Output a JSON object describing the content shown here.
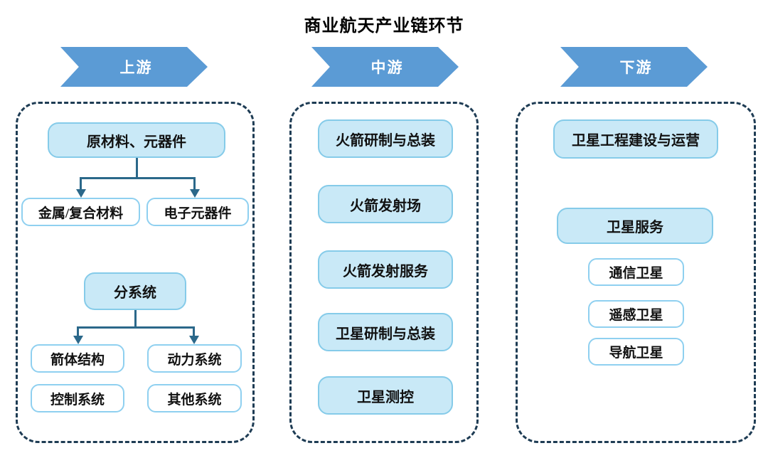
{
  "title": "商业航天产业链环节",
  "colors": {
    "header_arrow": "#5B9BD5",
    "node_fill": "#C9E9F7",
    "node_fill_border": "#85CBE9",
    "node_outline_border": "#8FD0F0",
    "panel_dashed_border": "#1E3C54",
    "connector": "#2B688A",
    "text": "#111111",
    "header_text": "#FFFFFF"
  },
  "columns": {
    "upstream": {
      "header": "上游",
      "group1": {
        "parent": "原材料、元器件",
        "children": [
          "金属/复合材料",
          "电子元器件"
        ]
      },
      "group2": {
        "parent": "分系统",
        "children": [
          "箭体结构",
          "动力系统",
          "控制系统",
          "其他系统"
        ]
      }
    },
    "midstream": {
      "header": "中游",
      "items": [
        "火箭研制与总装",
        "火箭发射场",
        "火箭发射服务",
        "卫星研制与总装",
        "卫星测控"
      ]
    },
    "downstream": {
      "header": "下游",
      "filled_items": [
        "卫星工程建设与运营",
        "卫星服务"
      ],
      "outline_items": [
        "通信卫星",
        "遥感卫星",
        "导航卫星"
      ]
    }
  }
}
